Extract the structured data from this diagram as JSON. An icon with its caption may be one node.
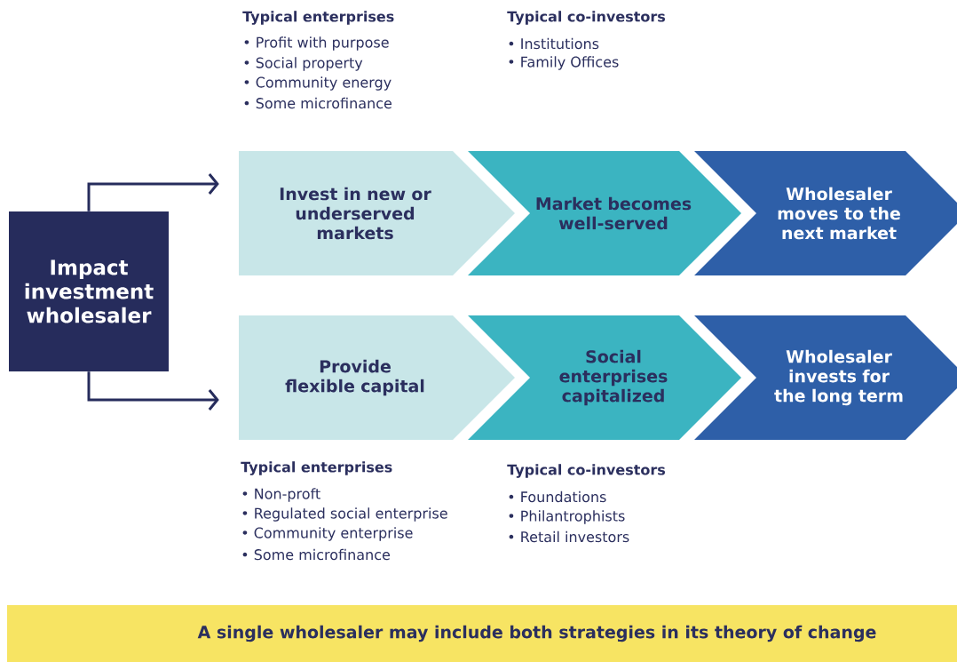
{
  "diagram": {
    "nodes": [
      {
        "text": [
          "Impact investment wholesaler"
        ]
      },
      {
        "text": [
          "Invest in new or underserved markets"
        ]
      },
      {
        "text": [
          "Market becomes well-served"
        ]
      },
      {
        "text": [
          "Wholesaler moves to the next market"
        ]
      },
      {
        "text": [
          "Provide flexible capital"
        ]
      },
      {
        "text": [
          "Social enterprises capitalized"
        ]
      },
      {
        "text": [
          "Wholesaler invests for the long term"
        ]
      },
      {
        "text": [
          "A single wholesaler may include both strategies in its theory of change"
        ]
      }
    ],
    "edges": [
      {
        "from": 0,
        "to": 1,
        "arrow": "to"
      },
      {
        "from": 0,
        "to": 4,
        "arrow": "to"
      }
    ],
    "labels": [
      "Typical enterprises",
      "• Profit with purpose",
      "• Social property",
      "• Community energy",
      "• Some microfinance",
      "Typical co-investors",
      "• Institutions",
      "• Family Offices",
      "Typical enterprises",
      "• Non-proft",
      "• Regulated social enterprise",
      "• Community enterprise",
      "• Some microfinance",
      "Typical co-investors",
      "• Foundations",
      "• Philantrophists",
      "• Retail investors"
    ]
  }
}
